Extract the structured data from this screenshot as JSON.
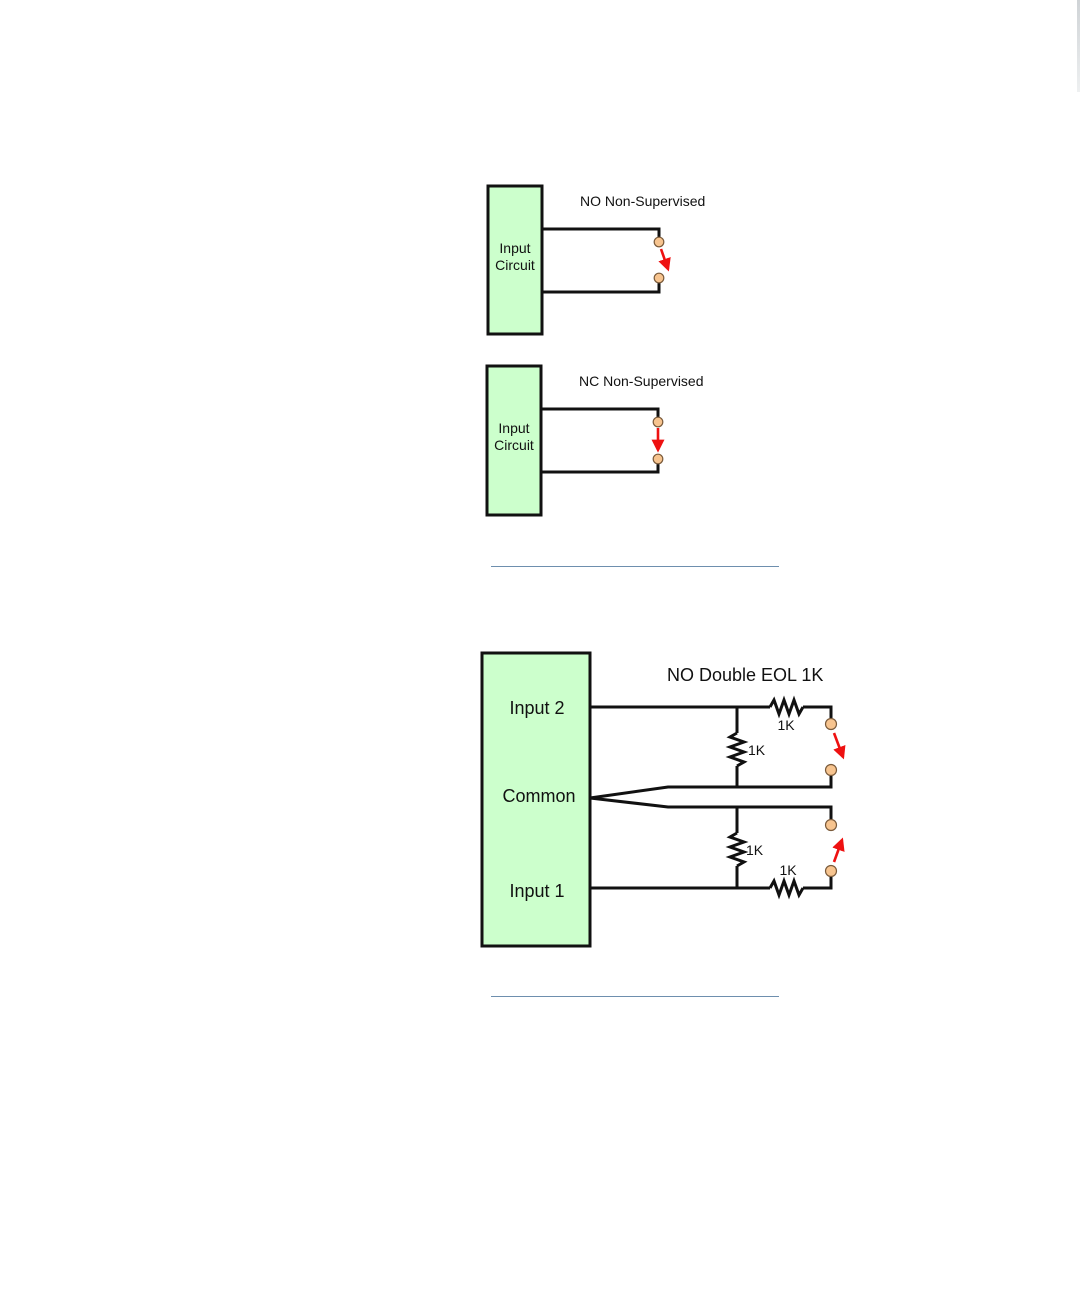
{
  "diagram_no_non_supervised": {
    "title": "NO Non-Supervised",
    "box_label_line1": "Input",
    "box_label_line2": "Circuit"
  },
  "diagram_nc_non_supervised": {
    "title": "NC Non-Supervised",
    "box_label_line1": "Input",
    "box_label_line2": "Circuit"
  },
  "diagram_no_double_eol": {
    "title": "NO Double EOL 1K",
    "input2_label": "Input 2",
    "common_label": "Common",
    "input1_label": "Input 1",
    "resistors": {
      "input2_series": "1K",
      "input2_shunt": "1K",
      "input1_shunt": "1K",
      "input1_series": "1K"
    }
  },
  "colors": {
    "box_fill": "#ccffcc",
    "wire": "#111111",
    "terminal": "#f7c48f",
    "switch_arrow": "#ee1111",
    "separator": "#6e8fae"
  }
}
